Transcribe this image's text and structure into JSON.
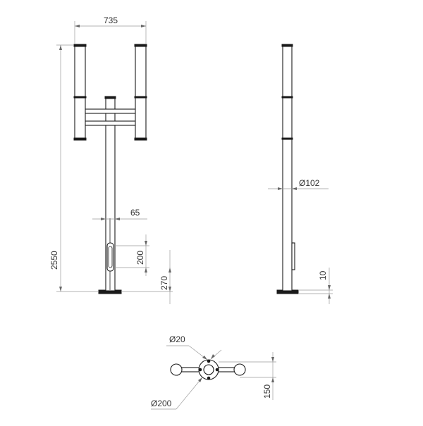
{
  "front_view": {
    "width_dim": "735",
    "height_dim": "2550",
    "post_offset_dim": "65",
    "door_height_dim": "200",
    "door_base_dim": "270"
  },
  "side_view": {
    "diameter_dim": "Ø102",
    "base_plate_dim": "10"
  },
  "top_view": {
    "bolt_dim": "Ø20",
    "flange_dim": "Ø200",
    "arm_dim": "150"
  },
  "colors": {
    "line": "#1a1a1a",
    "dimension": "#9a9a9a",
    "text": "#333333"
  }
}
